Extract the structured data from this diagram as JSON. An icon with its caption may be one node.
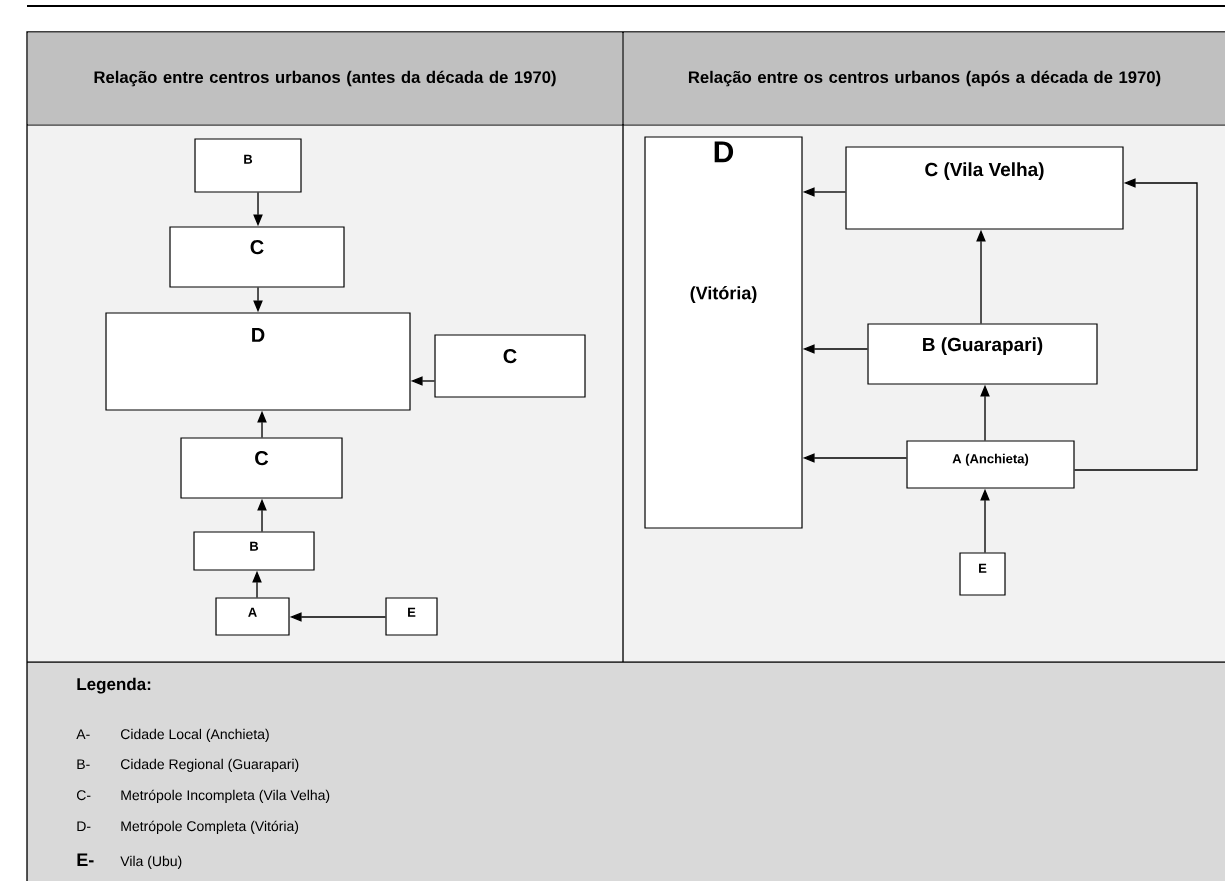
{
  "diagram": {
    "nodes": [
      {
        "text": [
          "B"
        ]
      },
      {
        "text": [
          "C"
        ]
      },
      {
        "text": [
          "D"
        ]
      },
      {
        "text": [
          "C"
        ]
      },
      {
        "text": [
          "C"
        ]
      },
      {
        "text": [
          "B"
        ]
      },
      {
        "text": [
          "A"
        ]
      },
      {
        "text": [
          "E"
        ]
      },
      {
        "text": [
          "D",
          "(Vitória)"
        ]
      },
      {
        "text": [
          "C (Vila Velha)"
        ]
      },
      {
        "text": [
          "B (Guarapari)"
        ]
      },
      {
        "text": [
          "A (Anchieta)"
        ]
      },
      {
        "text": [
          "E"
        ]
      }
    ],
    "edges": [
      {
        "from": 0,
        "to": 1,
        "arrow": "to"
      },
      {
        "from": 1,
        "to": 2,
        "arrow": "to"
      },
      {
        "from": 3,
        "to": 2,
        "arrow": "to"
      },
      {
        "from": 4,
        "to": 2,
        "arrow": "to"
      },
      {
        "from": 5,
        "to": 4,
        "arrow": "to"
      },
      {
        "from": 6,
        "to": 5,
        "arrow": "to"
      },
      {
        "from": 7,
        "to": 6,
        "arrow": "to"
      },
      {
        "from": 9,
        "to": 8,
        "arrow": "to"
      },
      {
        "from": 10,
        "to": 8,
        "arrow": "to"
      },
      {
        "from": 11,
        "to": 8,
        "arrow": "to"
      },
      {
        "from": 10,
        "to": 9,
        "arrow": "to"
      },
      {
        "from": 11,
        "to": 10,
        "arrow": "to"
      },
      {
        "from": 11,
        "to": 9,
        "arrow": "to"
      },
      {
        "from": 12,
        "to": 11,
        "arrow": "to"
      }
    ],
    "labels": [
      "Relação entre centros urbanos (antes da década de 1970)",
      "Relação entre os centros urbanos (após a década de 1970)",
      "Legenda:",
      "A-",
      "Cidade Local (Anchieta)",
      "B-",
      "Cidade Regional (Guarapari)",
      "C-",
      "Metrópole Incompleta (Vila Velha)",
      "D-",
      "Metrópole Completa (Vitória)",
      "E-",
      "Vila (Ubu)"
    ]
  }
}
